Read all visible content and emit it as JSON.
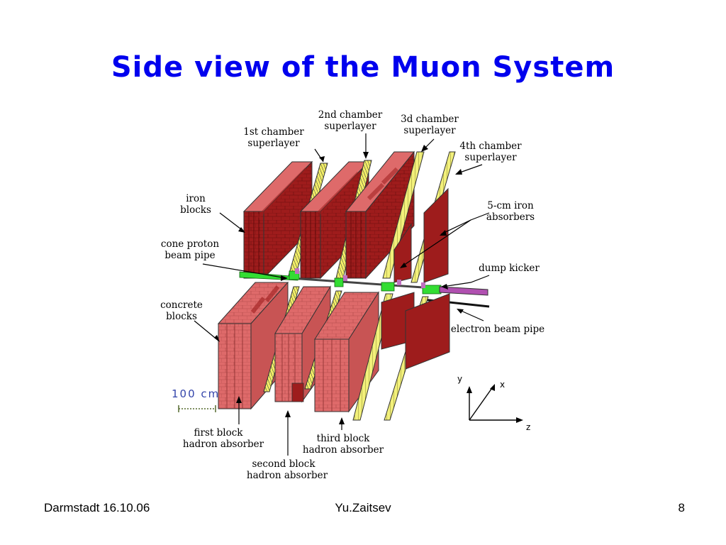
{
  "title": "Side view of the Muon System",
  "title_color": "#0000ee",
  "colors": {
    "dark_red": "#9e1c1c",
    "pink": "#de6a6a",
    "yellow": "#f2f07a",
    "green": "#33dd33",
    "violet": "#c070c0"
  },
  "labels": {
    "chamber2_l1": "2nd chamber",
    "chamber2_l2": "superlayer",
    "chamber3_l1": "3d chamber",
    "chamber3_l2": "superlayer",
    "chamber1_l1": "1st chamber",
    "chamber1_l2": "superlayer",
    "chamber4_l1": "4th chamber",
    "chamber4_l2": "superlayer",
    "iron_l1": "iron",
    "iron_l2": "blocks",
    "absorbers_l1": "5-cm iron",
    "absorbers_l2": "absorbers",
    "cone_l1": "cone proton",
    "cone_l2": "beam pipe",
    "kicker": "dump kicker",
    "concrete_l1": "concrete",
    "concrete_l2": "blocks",
    "electron_pipe": "electron beam pipe",
    "scale": "100 cm",
    "first_l1": "first block",
    "first_l2": "hadron absorber",
    "second_l1": "second block",
    "second_l2": "hadron absorber",
    "third_l1": "third block",
    "third_l2": "hadron absorber",
    "axis_x": "x",
    "axis_y": "y",
    "axis_z": "z"
  },
  "footer": {
    "left": "Darmstadt 16.10.06",
    "center": "Yu.Zaitsev",
    "right": "8"
  }
}
